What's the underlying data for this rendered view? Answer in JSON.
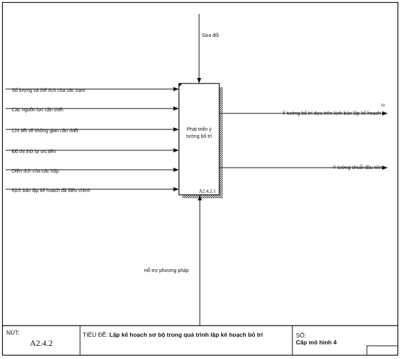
{
  "activity": {
    "label_line1": "Phát triển ý",
    "label_line2": "tưởng bố trí",
    "node_id": "A2.4.2.1"
  },
  "control": {
    "label": "Sửa đổi"
  },
  "mechanism": {
    "label": "Hỗ trợ phương pháp"
  },
  "inputs": [
    "Số lượng và thể tích của các trạm",
    "Các nguồn lực cần thiết",
    "Chi tiết về không gian cần thiết",
    "Đồ thị thứ tự ưu tiên",
    "Diện tích của các hộp",
    "Kịch bản lập kế hoạch đã điều chỉnh"
  ],
  "outputs": [
    "Ý tưởng bố trí dựa trên kịch bản lập kế hoạch",
    "Ý tưởng chuỗi đầu tiên"
  ],
  "output_ref": "10",
  "footer": {
    "node_caption": "NÚT:",
    "node_value": "A2.4.2",
    "title_caption": "TIÊU ĐỀ:",
    "title_value": "Lập kế hoạch sơ bộ trong quá trình lập kế hoạch bố trí",
    "number_caption": "SỐ:",
    "number_value": "Cấp mô hình 4"
  }
}
